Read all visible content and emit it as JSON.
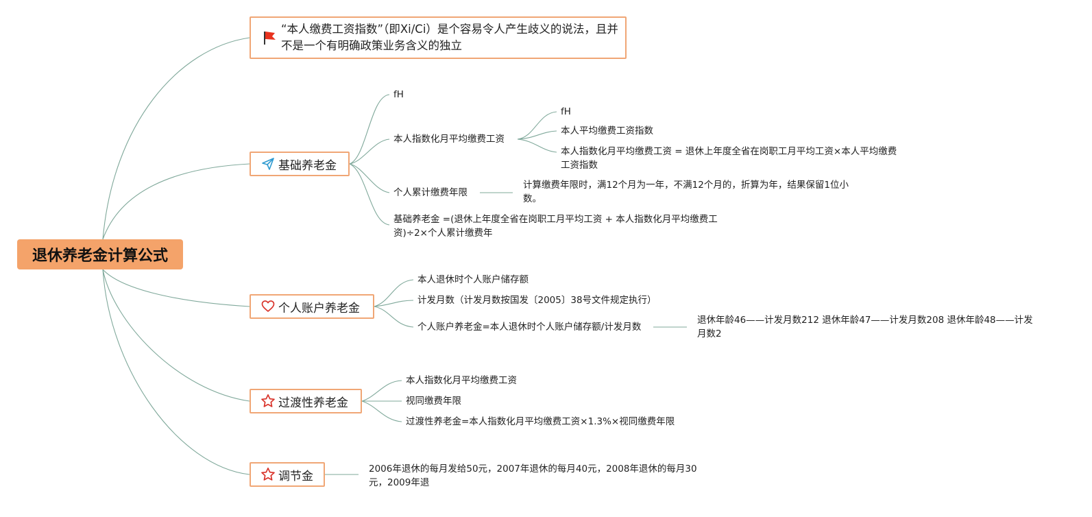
{
  "root": {
    "label": "退休养老金计算公式"
  },
  "note": {
    "text": "“本人缴费工资指数”（即Xi/Ci）是个容易令人产生歧义的说法，且并不是一个有明确政策业务含义的独立"
  },
  "branches": {
    "basic": {
      "label": "基础养老金",
      "leaves": {
        "fh": "fH",
        "indexed_wage": {
          "label": "本人指数化月平均缴费工资",
          "children": {
            "fh": "fH",
            "avg_index": "本人平均缴费工资指数",
            "formula": "本人指数化月平均缴费工资 = 退休上年度全省在岗职工月平均工资×本人平均缴费工资指数"
          }
        },
        "years": {
          "label": "个人累计缴费年限",
          "detail": "计算缴费年限时，满12个月为一年，不满12个月的，折算为年，结果保留1位小数。"
        },
        "formula": "基础养老金 =(退休上年度全省在岗职工月平均工资 + 本人指数化月平均缴费工资)÷2×个人累计缴费年"
      }
    },
    "personal": {
      "label": "个人账户养老金",
      "leaves": {
        "balance": "本人退休时个人账户储存额",
        "months": "计发月数（计发月数按国发〔2005〕38号文件规定执行）",
        "formula": {
          "label": "个人账户养老金=本人退休时个人账户储存额/计发月数",
          "detail": "退休年龄46——计发月数212 退休年龄47——计发月数208 退休年龄48——计发月数2"
        }
      }
    },
    "transition": {
      "label": "过渡性养老金",
      "leaves": {
        "indexed_wage": "本人指数化月平均缴费工资",
        "deemed_years": "视同缴费年限",
        "formula": "过渡性养老金=本人指数化月平均缴费工资×1.3%×视同缴费年限"
      }
    },
    "adjust": {
      "label": "调节金",
      "detail": "2006年退休的每月发给50元，2007年退休的每月40元，2008年退休的每月30元，2009年退"
    }
  },
  "colors": {
    "root_fill": "#f4a36a",
    "branch_border": "#f0a675",
    "link": "#7fa89a",
    "flag": "#e8321e",
    "plane": "#2e9ad0",
    "heart": "#d9342b",
    "star": "#d9342b"
  },
  "icons": {
    "note": "flag-icon",
    "basic": "paper-plane-icon",
    "personal": "heart-icon",
    "transition": "star-icon",
    "adjust": "star-icon"
  }
}
